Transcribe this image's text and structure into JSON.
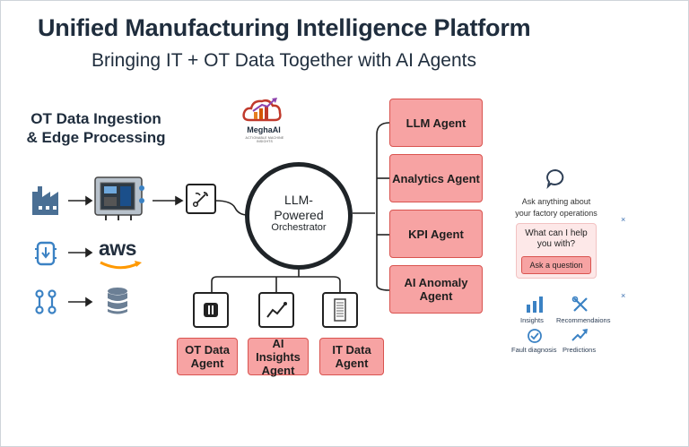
{
  "header": {
    "title": "Unified Manufacturing Intelligence Platform",
    "subtitle": "Bringing IT + OT Data Together with AI Agents"
  },
  "ingestion": {
    "heading_line1": "OT Data Ingestion",
    "heading_line2": "& Edge Processing",
    "cloud_label": "aws"
  },
  "logo": {
    "name": "MeghaAI",
    "tagline": "ACTIONABLE MACHINE INSIGHTS"
  },
  "orchestrator": {
    "line1": "LLM-",
    "line2": "Powered",
    "line3": "Orchestrator"
  },
  "agents_right": [
    {
      "label_line1": "LLM Agent",
      "label_line2": ""
    },
    {
      "label_line1": "Analytics Agent",
      "label_line2": ""
    },
    {
      "label_line1": "KPI Agent",
      "label_line2": ""
    },
    {
      "label_line1": "AI Anomaly",
      "label_line2": "Agent"
    }
  ],
  "agents_bottom": [
    {
      "label_line1": "OT Data",
      "label_line2": "Agent"
    },
    {
      "label_line1": "AI Insights",
      "label_line2": "Agent"
    },
    {
      "label_line1": "IT Data",
      "label_line2": "Agent"
    }
  ],
  "assistant": {
    "prompt_line1": "Ask anything about",
    "prompt_line2": "your factory operations",
    "question_line1": "What can I help",
    "question_line2": "you with?",
    "ask_button": "Ask a question",
    "close_symbol": "×"
  },
  "features": {
    "insights": "Insights",
    "recommendations": "Recommendaions",
    "fault_diagnosis": "Fault diagnosis",
    "predictions": "Predictions"
  },
  "colors": {
    "agent_fill": "#f7a3a3",
    "agent_border": "#d9534f",
    "icon_blue": "#3b82c4",
    "text_dark": "#1f2d3d"
  }
}
